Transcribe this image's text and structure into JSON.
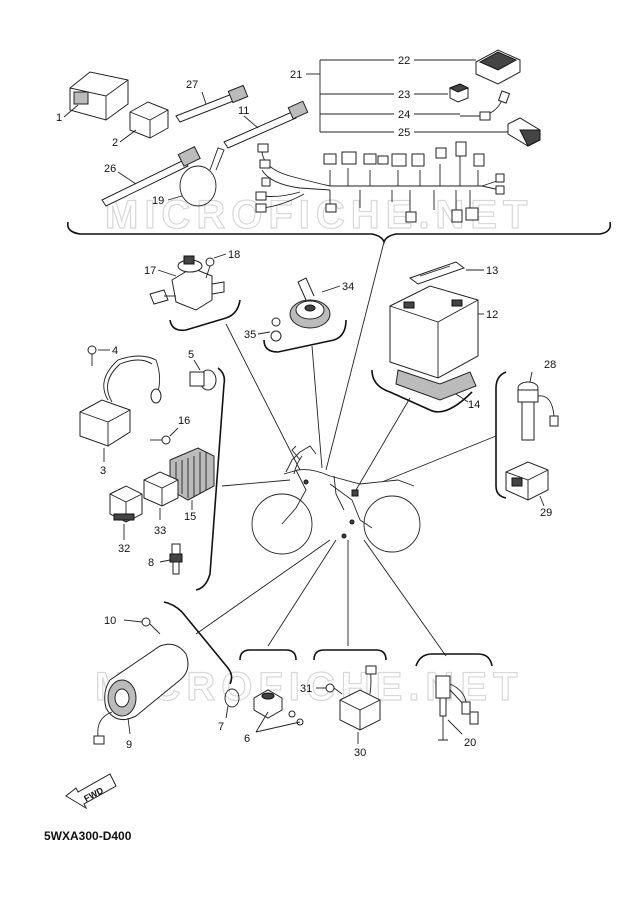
{
  "diagram_code": "5WXA300-D400",
  "fwd_label": "FWD",
  "watermark": "MICROFICHE.NET",
  "callouts": {
    "p1": "1",
    "p2": "2",
    "p3": "3",
    "p4": "4",
    "p5": "5",
    "p6": "6",
    "p7": "7",
    "p8": "8",
    "p9": "9",
    "p10": "10",
    "p11": "11",
    "p12": "12",
    "p13": "13",
    "p14": "14",
    "p15": "15",
    "p16": "16",
    "p17": "17",
    "p18": "18",
    "p19": "19",
    "p20": "20",
    "p21": "21",
    "p22": "22",
    "p23": "23",
    "p24": "24",
    "p25": "25",
    "p26": "26",
    "p27": "27",
    "p28": "28",
    "p29": "29",
    "p30": "30",
    "p31": "31",
    "p32": "32",
    "p33": "33",
    "p34": "34",
    "p35": "35"
  }
}
